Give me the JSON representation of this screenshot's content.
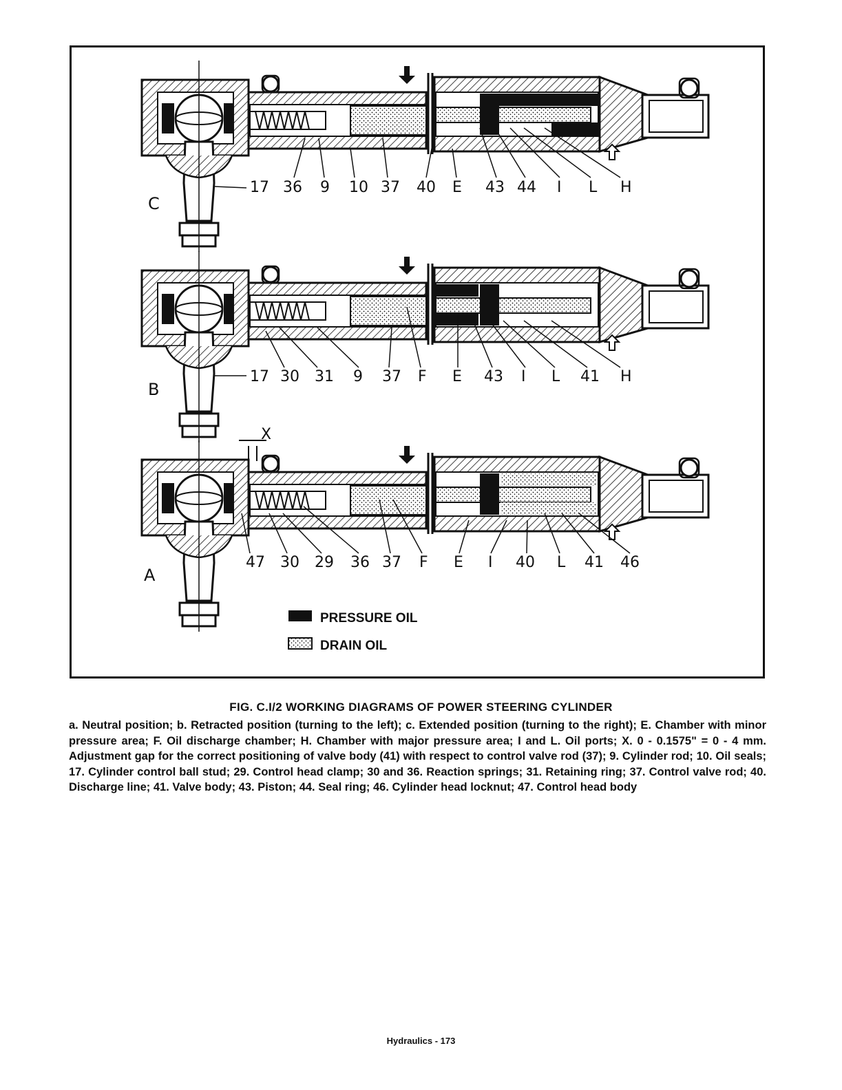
{
  "figure": {
    "positions": [
      {
        "letter": "C",
        "callouts": [
          "17",
          "36",
          "9",
          "10",
          "37",
          "40",
          "E",
          "43",
          "44",
          "I",
          "L",
          "H"
        ]
      },
      {
        "letter": "B",
        "callouts": [
          "17",
          "30",
          "31",
          "9",
          "37",
          "F",
          "E",
          "43",
          "I",
          "L",
          "41",
          "H"
        ]
      },
      {
        "letter": "A",
        "callouts": [
          "47",
          "30",
          "29",
          "36",
          "37",
          "F",
          "E",
          "I",
          "40",
          "L",
          "41",
          "46"
        ]
      }
    ],
    "gap_label": "X",
    "legend": [
      {
        "label": "PRESSURE OIL",
        "swatch": "solid"
      },
      {
        "label": "DRAIN OIL",
        "swatch": "stipple"
      }
    ]
  },
  "caption": {
    "title": "FIG. C.I/2 WORKING DIAGRAMS OF POWER STEERING CYLINDER",
    "body": "a. Neutral position; b. Retracted position (turning to the left); c. Extended position (turning to the right); E. Chamber with minor pressure area; F. Oil discharge chamber; H. Chamber with major pressure area; I and L. Oil ports; X. 0 - 0.1575\" = 0 - 4 mm. Adjustment gap for the correct positioning of valve body (41) with respect to control valve rod (37); 9. Cylinder rod; 10. Oil seals; 17. Cylinder control ball stud; 29. Control head clamp; 30 and 36. Reaction springs; 31. Retaining ring; 37. Control valve rod; 40. Discharge line; 41. Valve body; 43. Piston; 44. Seal ring; 46. Cylinder head locknut; 47. Control head body"
  },
  "footer": {
    "page_label": "Hydraulics - 173"
  },
  "colors": {
    "ink": "#111111",
    "paper": "#ffffff"
  }
}
